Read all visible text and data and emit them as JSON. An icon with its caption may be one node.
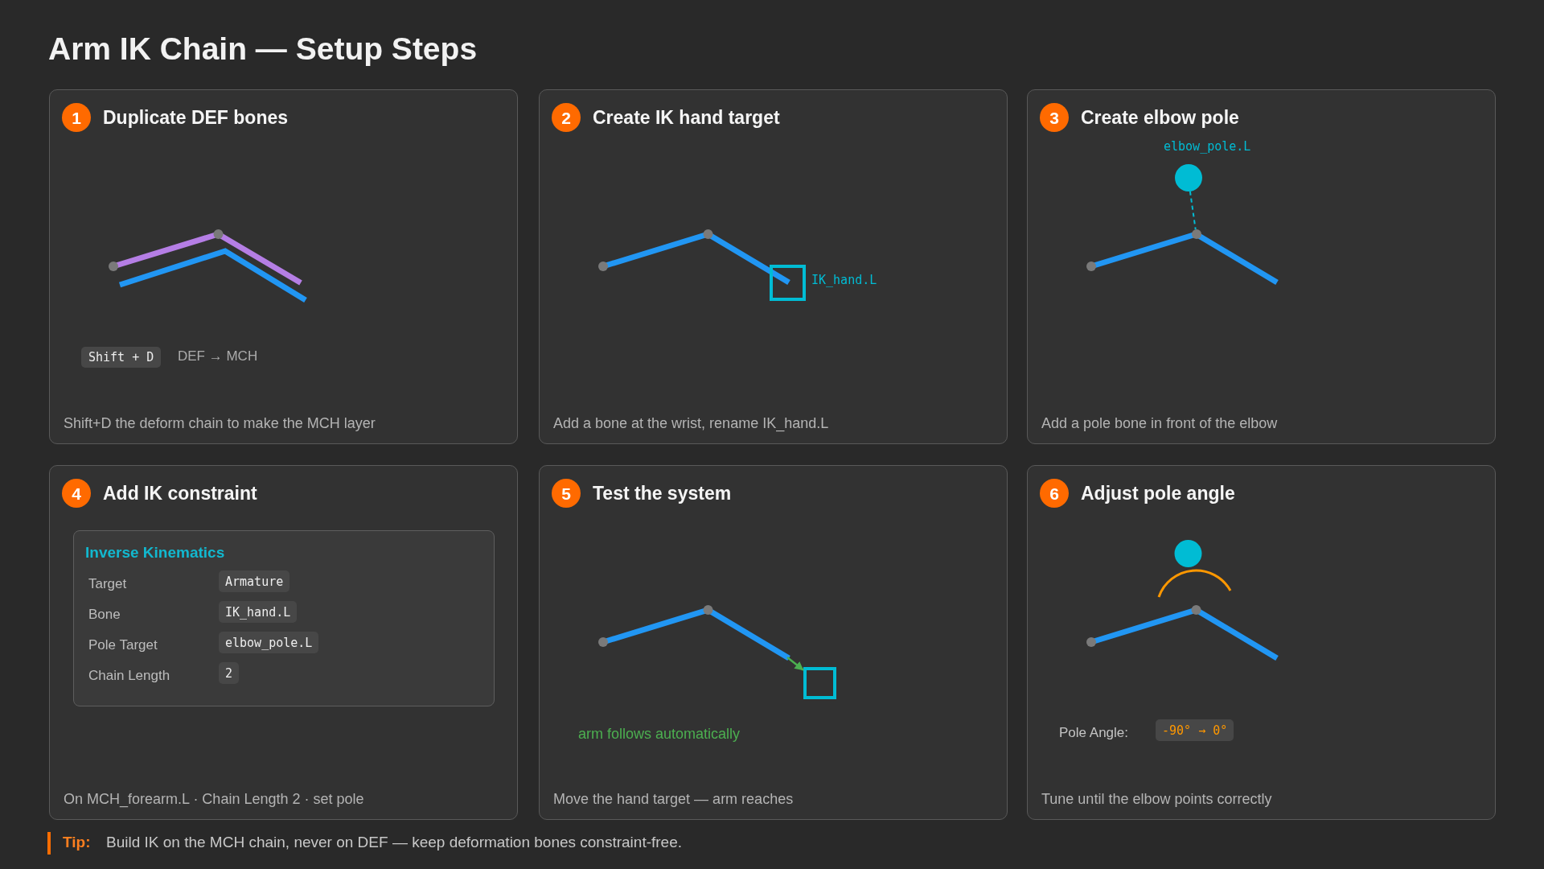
{
  "diagram": {
    "title": "Arm IK Chain — Setup Steps",
    "nodes": [
      {
        "text": [
          "Duplicate DEF bones",
          "Shift+D the deform chain to make the MCH layer"
        ]
      },
      {
        "text": [
          "1"
        ],
        "in": 0
      },
      {
        "text": [
          "Shift + D"
        ],
        "in": 0
      },
      {
        "text": [
          "Create IK hand target",
          "Add a bone at the wrist, rename IK_hand.L"
        ]
      },
      {
        "text": [
          "2"
        ],
        "in": 3
      },
      {
        "text": [],
        "shape": "box",
        "in": 3,
        "beside": [
          "IK_hand.L"
        ]
      },
      {
        "text": [
          "Create elbow pole",
          "Add a pole bone in front of the elbow"
        ]
      },
      {
        "text": [
          "3"
        ],
        "in": 6
      },
      {
        "text": [],
        "shape": "circle",
        "in": 6,
        "beside": [
          "elbow_pole.L"
        ]
      },
      {
        "text": [],
        "shape": "circle",
        "in": 6
      },
      {
        "text": [
          "Add IK constraint",
          "On MCH_forearm.L · Chain Length 2 · set pole"
        ]
      },
      {
        "text": [
          "4"
        ],
        "in": 10
      },
      {
        "text": [
          "Inverse Kinematics"
        ],
        "in": 10
      },
      {
        "text": [
          "Armature"
        ],
        "in": 12
      },
      {
        "text": [
          "IK_hand.L"
        ],
        "in": 12
      },
      {
        "text": [
          "elbow_pole.L"
        ],
        "in": 12
      },
      {
        "text": [
          "2"
        ],
        "in": 12
      },
      {
        "text": [
          "Test the system",
          "Move the hand target — arm reaches"
        ]
      },
      {
        "text": [
          "5"
        ],
        "in": 17
      },
      {
        "text": [],
        "shape": "box",
        "in": 17
      },
      {
        "text": [
          "Adjust pole angle",
          "Tune until the elbow points correctly"
        ]
      },
      {
        "text": [
          "6"
        ],
        "in": 20
      },
      {
        "text": [
          "-90° → 0°"
        ],
        "in": 20,
        "beside": [
          "Pole Angle:"
        ]
      }
    ],
    "edges": [
      {
        "from": 8,
        "to": 9,
        "arrow": "none",
        "style": "dashed",
        "color": "#00bcd4"
      },
      {
        "from": null,
        "to": 19,
        "arrow": "to",
        "color": "#4caf50"
      }
    ],
    "labels": [
      "DEF → MCH",
      "Target",
      "Bone",
      "Pole Target",
      "Chain Length",
      "arm follows automatically",
      "Tip:",
      "Build IK on the MCH chain, never on DEF — keep deformation bones constraint-free."
    ]
  }
}
